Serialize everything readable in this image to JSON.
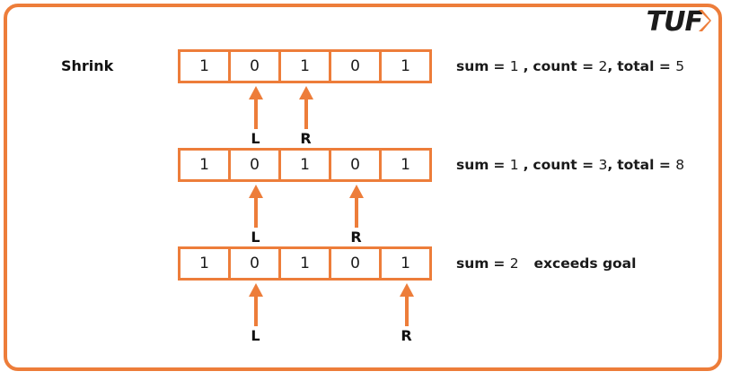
{
  "logo": {
    "text": "TUF",
    "chevron_icon": "chevron-right-icon",
    "text_color": "#1b1b1b",
    "accent_color": "#ED7D3A"
  },
  "frame": {
    "border_color": "#ED7D3A",
    "background": "#ffffff"
  },
  "section": {
    "label": "Shrink"
  },
  "rows": [
    {
      "cells": [
        "1",
        "0",
        "1",
        "0",
        "1"
      ],
      "pointers": [
        {
          "label": "L",
          "index": 1
        },
        {
          "label": "R",
          "index": 2
        }
      ],
      "status": {
        "sum_label": "sum",
        "sum_value": "1",
        "separator": ",",
        "count_label": "count",
        "count_value": "2",
        "total_label": "total",
        "total_value": "5",
        "note": ""
      }
    },
    {
      "cells": [
        "1",
        "0",
        "1",
        "0",
        "1"
      ],
      "pointers": [
        {
          "label": "L",
          "index": 1
        },
        {
          "label": "R",
          "index": 3
        }
      ],
      "status": {
        "sum_label": "sum",
        "sum_value": "1",
        "separator": ",",
        "count_label": "count",
        "count_value": "3",
        "total_label": "total",
        "total_value": "8",
        "note": ""
      }
    },
    {
      "cells": [
        "1",
        "0",
        "1",
        "0",
        "1"
      ],
      "pointers": [
        {
          "label": "L",
          "index": 1
        },
        {
          "label": "R",
          "index": 4
        }
      ],
      "status": {
        "sum_label": "sum",
        "sum_value": "2",
        "separator": "",
        "count_label": "",
        "count_value": "",
        "total_label": "",
        "total_value": "",
        "note": "exceeds goal"
      }
    }
  ]
}
